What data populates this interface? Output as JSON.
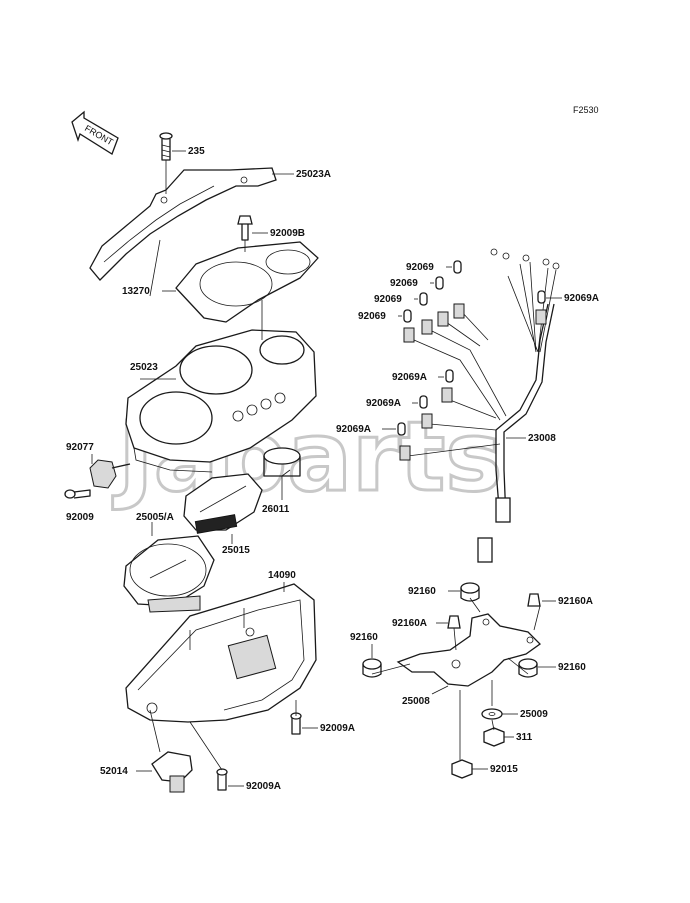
{
  "diagram_code": "F2530",
  "front_label": "FRONT",
  "watermark": "Japarts",
  "part_labels": {
    "p235": "235",
    "p25023A": "25023A",
    "p92009B": "92009B",
    "p13270": "13270",
    "p25023": "25023",
    "p92077": "92077",
    "p92009": "92009",
    "p25005A": "25005/A",
    "p25015": "25015",
    "p26011": "26011",
    "p14090": "14090",
    "p92009A_1": "92009A",
    "p52014": "52014",
    "p92009A_2": "92009A",
    "p92069_1": "92069",
    "p92069_2": "92069",
    "p92069_3": "92069",
    "p92069_4": "92069",
    "p92069A_1": "92069A",
    "p92069A_2": "92069A",
    "p92069A_3": "92069A",
    "p92069A_4": "92069A",
    "p23008": "23008",
    "p92160_1": "92160",
    "p92160A_1": "92160A",
    "p92160A_2": "92160A",
    "p92160_2": "92160",
    "p92160_3": "92160",
    "p25008": "25008",
    "p25009": "25009",
    "p311": "311",
    "p92015": "92015"
  }
}
